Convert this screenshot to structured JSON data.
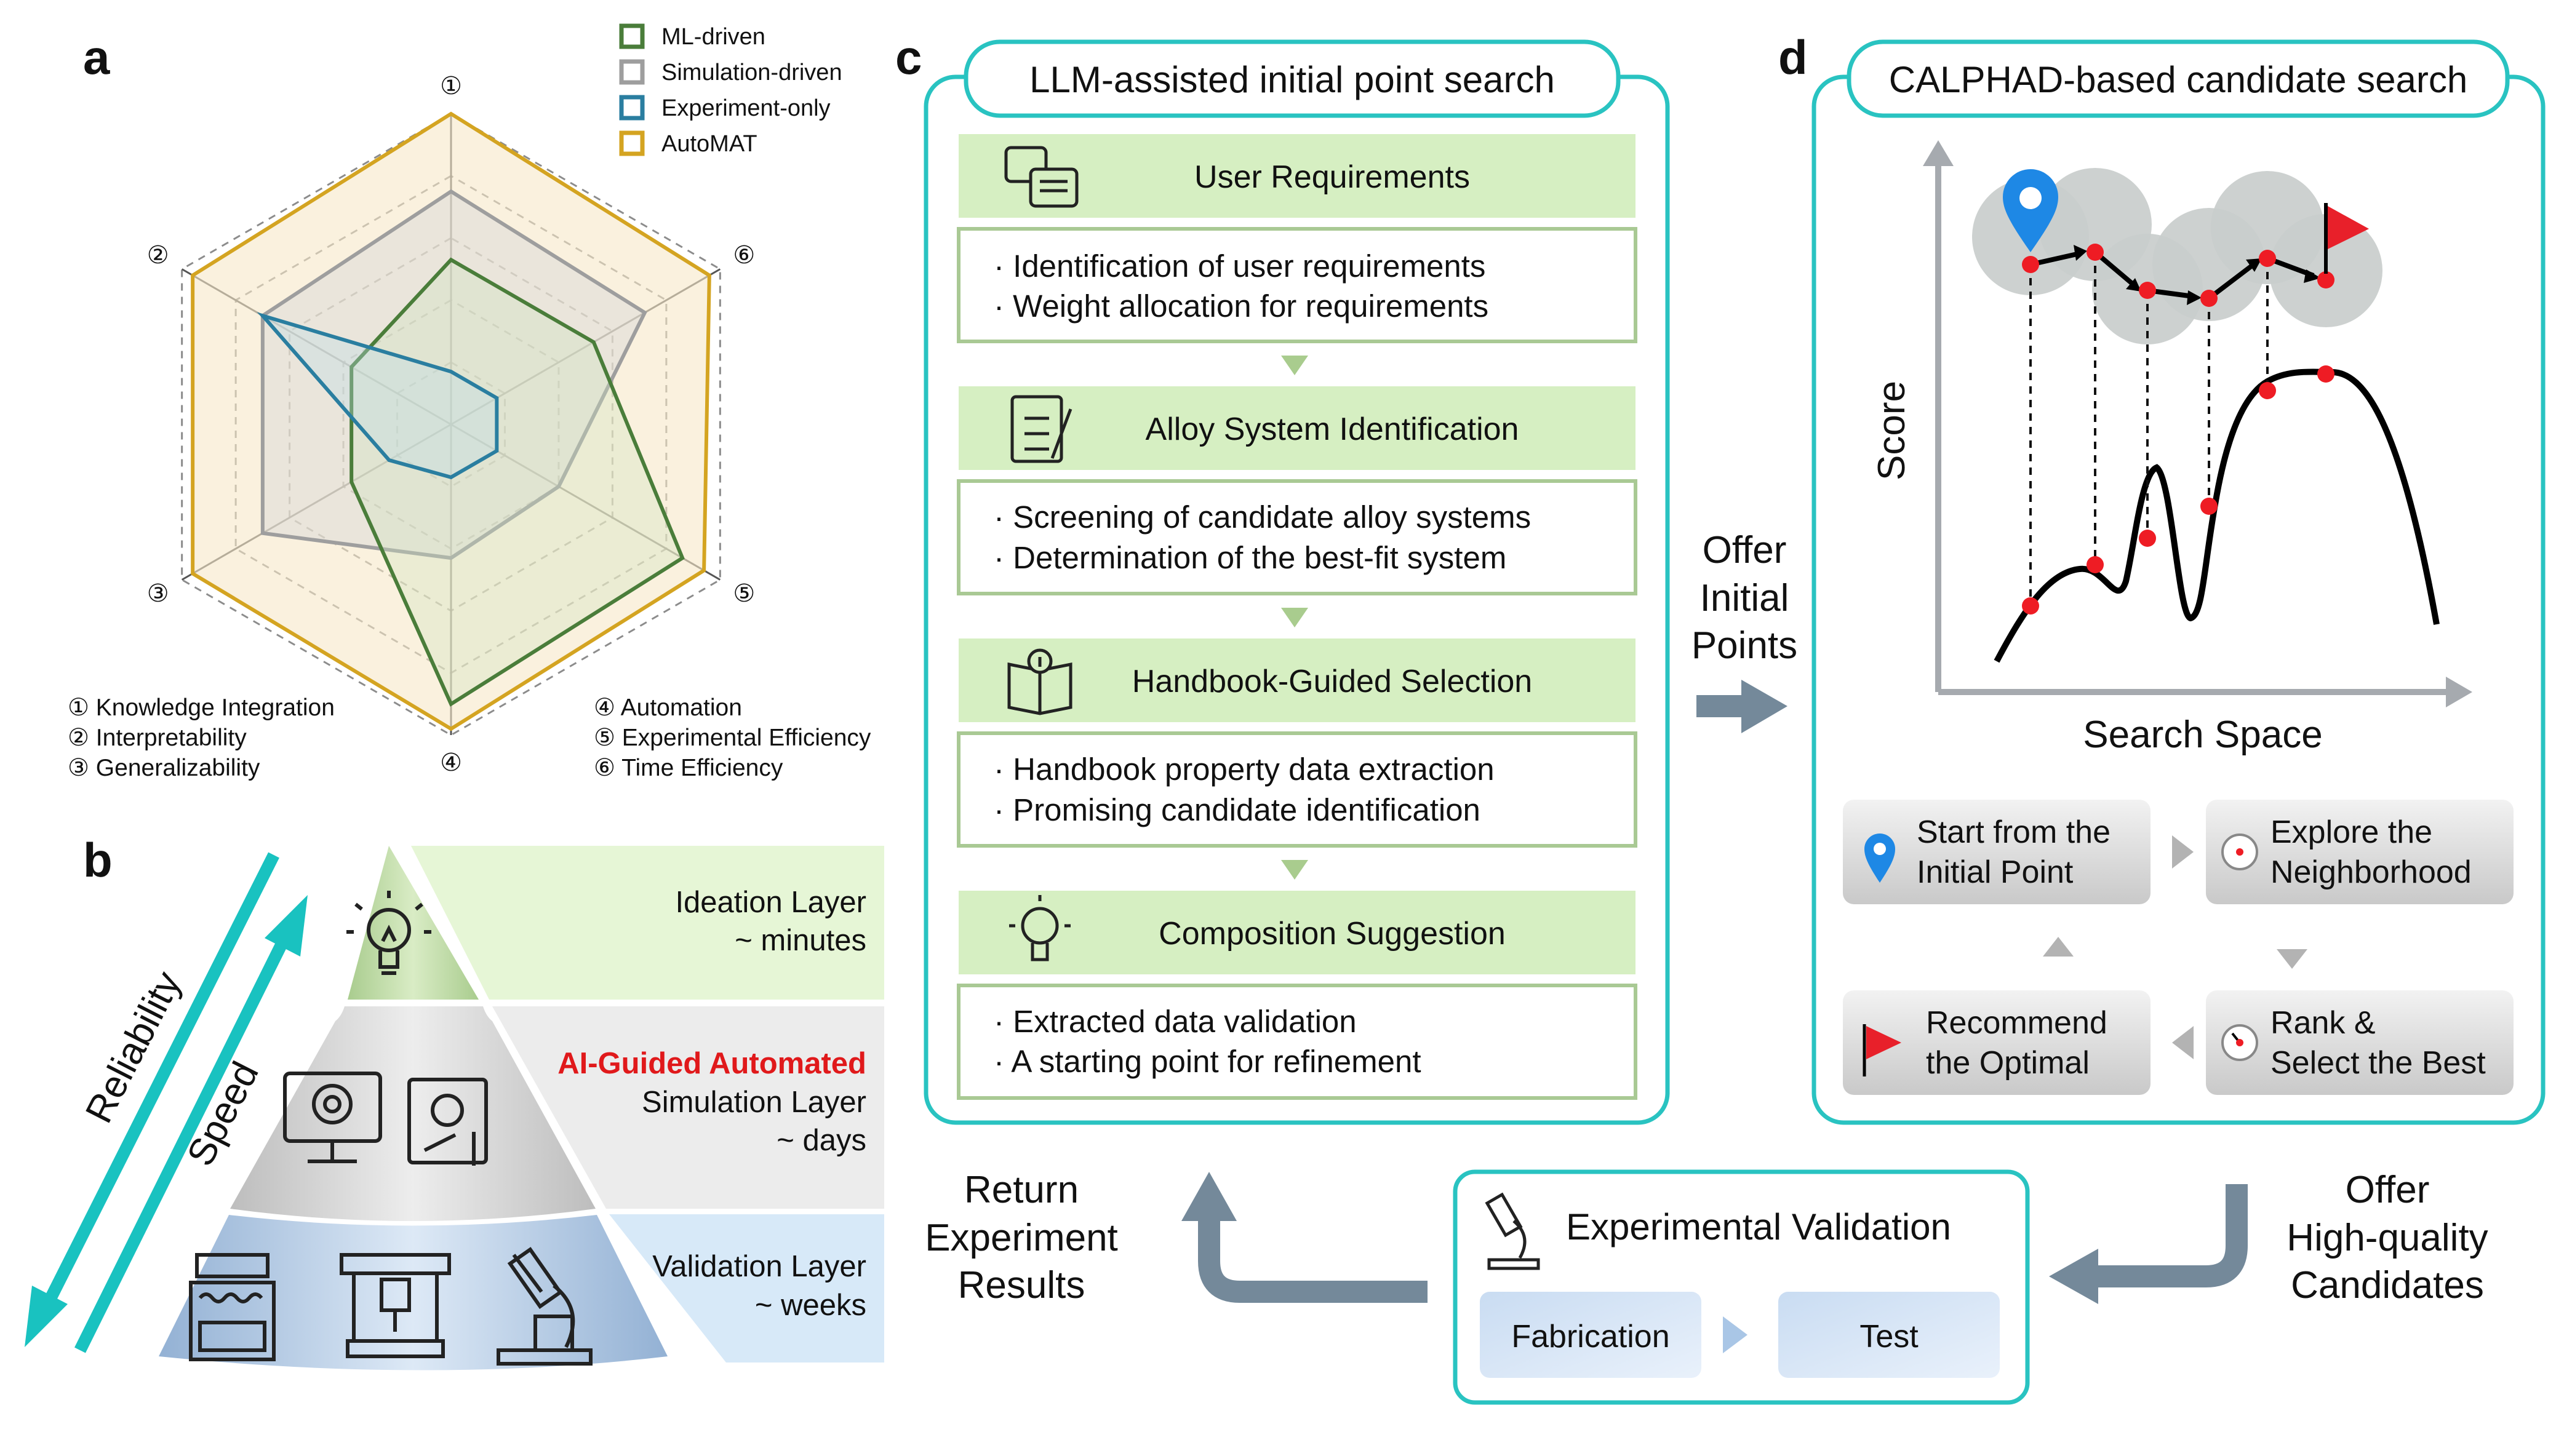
{
  "panels": {
    "a": {
      "letter": "a",
      "legend": [
        {
          "label": "ML-driven",
          "color": "#4a7d3a"
        },
        {
          "label": "Simulation-driven",
          "color": "#9e9e9e"
        },
        {
          "label": "Experiment-only",
          "color": "#2a7ea0"
        },
        {
          "label": "AutoMAT",
          "color": "#d4a421"
        }
      ],
      "axis_numbers": [
        "①",
        "②",
        "③",
        "④",
        "⑤",
        "⑥"
      ],
      "criteria_left": [
        "① Knowledge Integration",
        "② Interpretability",
        "③ Generalizability"
      ],
      "criteria_right": [
        "④ Automation",
        "⑤ Experimental Efficiency",
        "⑥ Time Efficiency"
      ]
    },
    "b": {
      "letter": "b",
      "arrow_labels": {
        "reliability": "Reliability",
        "speed": "Speed"
      },
      "layers": [
        {
          "lines": [
            "Ideation Layer",
            "~ minutes"
          ],
          "highlight": ""
        },
        {
          "lines": [
            "Simulation Layer",
            "~ days"
          ],
          "highlight": "AI-Guided Automated"
        },
        {
          "lines": [
            "Validation Layer",
            "~ weeks"
          ],
          "highlight": ""
        }
      ],
      "colors": {
        "ideation": "#e6f6d6",
        "simulation": "#ececec",
        "validation": "#d7e9f8",
        "highlight": "#e0191b",
        "arrow": "#19c2c0"
      }
    },
    "c": {
      "letter": "c",
      "title": "LLM-assisted initial point search",
      "steps": [
        {
          "title": "User Requirements",
          "icon": "chat-icon",
          "items": [
            "· Identification of user requirements",
            "· Weight allocation for requirements"
          ]
        },
        {
          "title": "Alloy System Identification",
          "icon": "checklist-icon",
          "items": [
            "· Screening of candidate alloy systems",
            "· Determination of the best-fit system"
          ]
        },
        {
          "title": "Handbook-Guided Selection",
          "icon": "book-icon",
          "items": [
            "· Handbook property data extraction",
            "· Promising candidate identification"
          ]
        },
        {
          "title": "Composition Suggestion",
          "icon": "lightbulb-icon",
          "items": [
            "· Extracted data validation",
            "· A starting point for refinement"
          ]
        }
      ],
      "colors": {
        "border": "#29c3c1",
        "step_fill": "#d6efc2",
        "item_border": "#a9c994"
      }
    },
    "d": {
      "letter": "d",
      "title": "CALPHAD-based candidate search",
      "axes": {
        "x": "Search Space",
        "y": "Score"
      },
      "buttons": [
        {
          "lines": [
            "Start from the",
            "Initial Point"
          ],
          "icon": "location-pin-icon"
        },
        {
          "lines": [
            "Explore the",
            "Neighborhood"
          ],
          "icon": "target-icon"
        },
        {
          "lines": [
            "Rank &",
            "Select the Best"
          ],
          "icon": "gauge-icon"
        },
        {
          "lines": [
            "Recommend",
            "the Optimal"
          ],
          "icon": "flag-icon"
        }
      ]
    }
  },
  "flow": {
    "offer_initial": [
      "Offer",
      "Initial",
      "Points"
    ],
    "offer_candidates": [
      "Offer",
      "High-quality",
      "Candidates"
    ],
    "return_results": [
      "Return",
      "Experiment",
      "Results"
    ],
    "validation": {
      "title": "Experimental Validation",
      "fabrication": "Fabrication",
      "test": "Test"
    },
    "arrow_color": "#74899a"
  }
}
